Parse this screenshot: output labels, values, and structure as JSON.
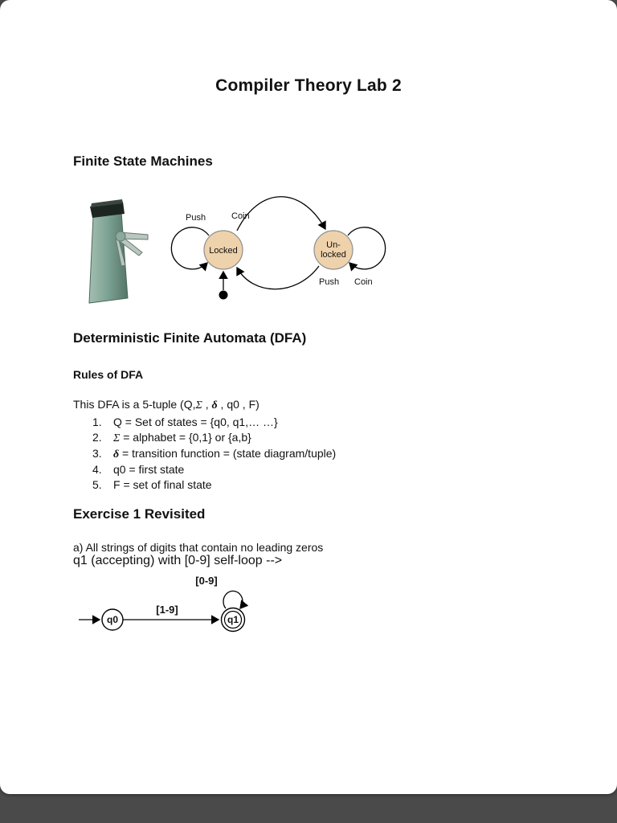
{
  "colors": {
    "page_background": "#4a4a4a",
    "state_fill": "#eed2ab",
    "state_border": "#8f8f8f",
    "turnstile_teal": "#7fa596"
  },
  "doc": {
    "title": "Compiler Theory Lab 2",
    "fsm_heading": "Finite State Machines",
    "dfa_heading": "Deterministic Finite Automata (DFA)",
    "rules_heading": "Rules of DFA",
    "tuple": {
      "pre": "This DFA is a 5-tuple (Q,",
      "sigma": "Σ",
      "sep1": " , ",
      "delta": "δ",
      "post": " , q0 , F)"
    },
    "rules": [
      {
        "num": "1.",
        "sym": "Q",
        "rest": " = Set of states = {q0, q1,… …}"
      },
      {
        "num": "2.",
        "sym": "Σ",
        "rest": " = alphabet = {0,1} or {a,b}"
      },
      {
        "num": "3.",
        "sym": "δ",
        "rest": " = transition function = (state diagram/tuple)"
      },
      {
        "num": "4.",
        "sym": "q0",
        "rest": " = first state"
      },
      {
        "num": "5.",
        "sym": "F",
        "rest": " = set of final state"
      }
    ],
    "exercise_heading": "Exercise 1 Revisited",
    "exercise_a": "a) All strings of digits that contain no leading zeros"
  },
  "turnstile": {
    "locked_label": "Locked",
    "unlocked_line1": "Un-",
    "unlocked_line2": "locked",
    "push_top": "Push",
    "coin_top": "Coin",
    "push_bottom": "Push",
    "coin_bottom": "Coin"
  },
  "dfa": {
    "q0": "q0",
    "q1": "q1",
    "edge_label": "[1-9]",
    "loop_label": "[0-9]"
  }
}
